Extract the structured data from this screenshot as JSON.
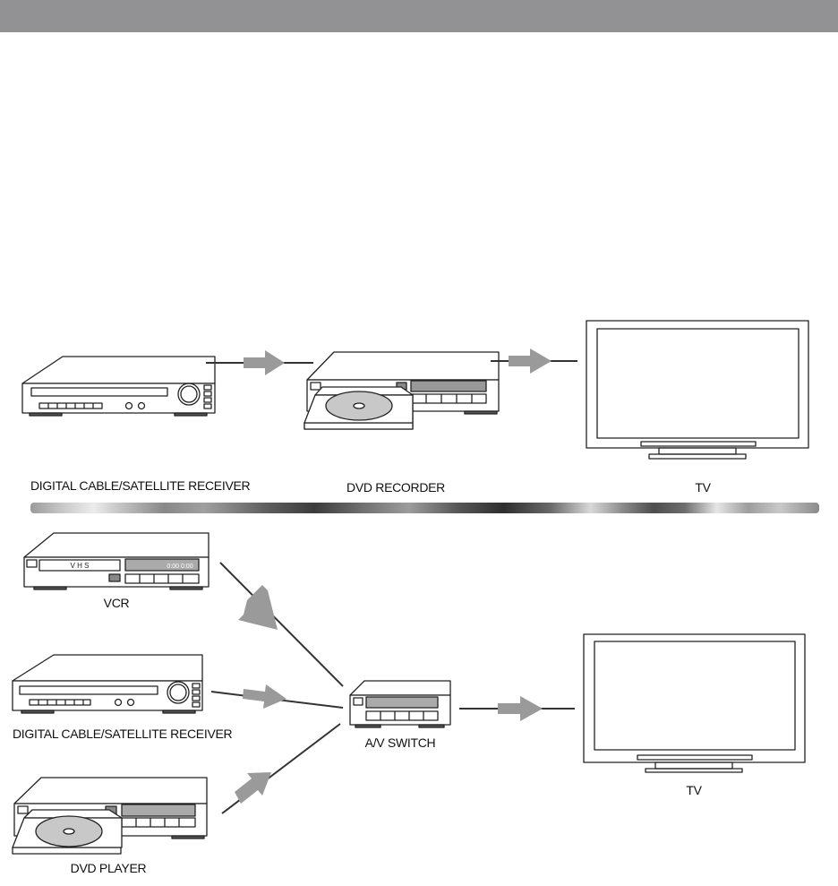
{
  "header": {
    "color": "#929295"
  },
  "top_row": {
    "receiver_label": "DIGITAL CABLE/SATELLITE RECEIVER",
    "recorder_label": "DVD RECORDER",
    "tv_label": "TV"
  },
  "bottom_row": {
    "vcr_label": "VCR",
    "vcr_display_text": "V H S",
    "vcr_counter_text": "0:00  0:00",
    "receiver_label": "DIGITAL CABLE/SATELLITE RECEIVER",
    "dvd_player_label": "DVD PLAYER",
    "switch_label": "A/V SWITCH",
    "tv_label": "TV"
  },
  "colors": {
    "arrow": "#9a9a9a",
    "line": "#333333",
    "device_outline": "#222222"
  }
}
